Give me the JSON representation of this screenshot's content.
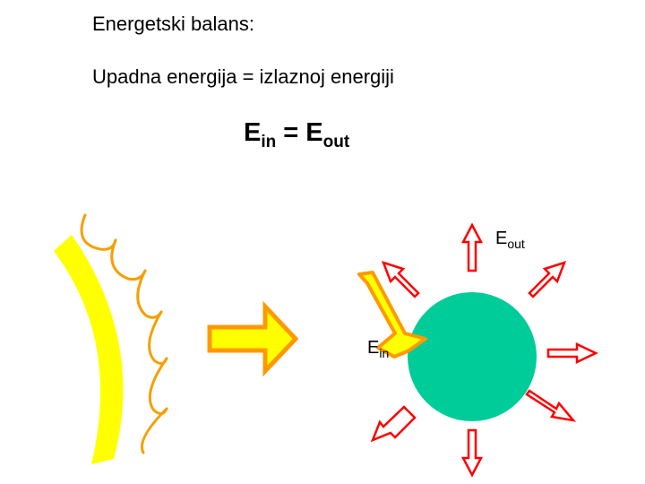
{
  "heading": "Energetski balans:",
  "statement": "Upadna energija = izlaznoj energiji",
  "formula": {
    "lhs_letter": "E",
    "lhs_sub": "in",
    "equals": "=",
    "rhs_letter": "E",
    "rhs_sub": "out"
  },
  "labels": {
    "out": {
      "letter": "E",
      "sub": "out"
    },
    "in": {
      "letter": "E",
      "sub": "in"
    }
  },
  "colors": {
    "sun_band": "#ffff00",
    "sun_rays": "#f5a000",
    "arrow_fill": "#ffff00",
    "arrow_outline": "#ff9900",
    "planet": "#00cc99",
    "out_arrow_fill": "#ffffff",
    "out_arrow_outline": "#ff0000"
  }
}
